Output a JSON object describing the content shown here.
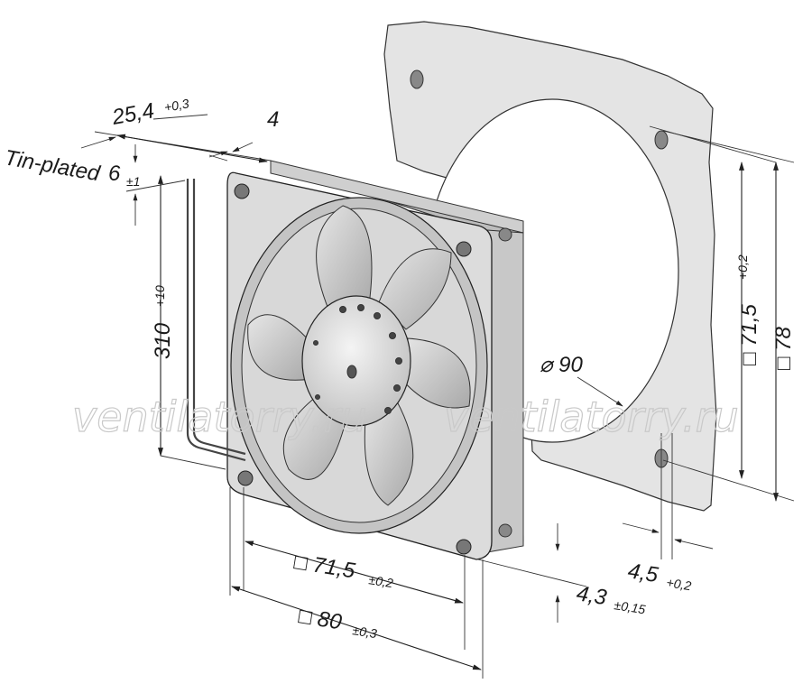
{
  "watermark": "ventilatorry.ru",
  "labels": {
    "tin_plated": "Tin-plated",
    "depth": "25,4",
    "depth_tol": "+0,3",
    "flange": "4",
    "strip": "6",
    "strip_tol": "±1",
    "lead": "310",
    "lead_tol": "+10",
    "hole_pitch_side": "71,5",
    "hole_pitch_side_tol": "+0,2",
    "gasket": "78",
    "cutout": "90",
    "hole_pitch_bottom": "71,5",
    "hole_pitch_bottom_tol": "±0,2",
    "frame": "80",
    "frame_tol": "±0,3",
    "hole_dia": "4,5",
    "hole_dia_tol": "+0,2",
    "hole_offset": "4,3",
    "hole_offset_tol": "±0,15"
  },
  "symbols": {
    "square": "□",
    "diameter": "⌀"
  },
  "colors": {
    "metal": "#dcdcdc",
    "metal_dark": "#bdbdbd",
    "gasket": "#e4e4e4",
    "line": "#222222"
  }
}
